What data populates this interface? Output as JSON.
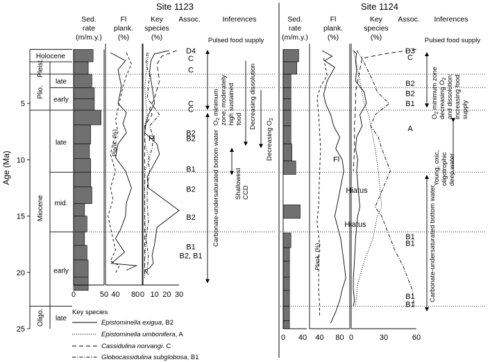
{
  "sites": [
    {
      "title": "Site 1123"
    },
    {
      "title": "Site 1124"
    }
  ],
  "y_axis": {
    "label": "Age (Ma)",
    "ticks": [
      5,
      10,
      15,
      20,
      25
    ],
    "range": [
      0,
      25
    ]
  },
  "epochs": [
    "Holocene",
    "Pleist.",
    "Plio.",
    "Miocene",
    "Oligo."
  ],
  "sub_epochs": [
    "late",
    "early",
    "late",
    "mid.",
    "early",
    "late"
  ],
  "headers_1123": {
    "sed": [
      "Sed.",
      "rate",
      "(m/m.y.)"
    ],
    "fl": [
      "Fl",
      "plank.",
      "(%)"
    ],
    "key": [
      "Key",
      "species",
      "(%)"
    ],
    "assoc": "Assoc.",
    "inf": "Inferences"
  },
  "headers_1124": {
    "sed": [
      "Sed.",
      "rate",
      "(m/m.y.)"
    ],
    "fl": [
      "Fl",
      "plank.",
      "(%)"
    ],
    "key": [
      "Key",
      "species",
      "(%)"
    ],
    "assoc": "Assoc.",
    "inf": "Inferences"
  },
  "ticks_1123": {
    "sed": [
      "0",
      "50"
    ],
    "fl": [
      "40",
      "80"
    ],
    "key": [
      "0",
      "10",
      "20",
      "30"
    ]
  },
  "ticks_1124": {
    "sed": [
      "0",
      "40"
    ],
    "fl": [
      "40",
      "80"
    ],
    "key": [
      "0",
      "30",
      "60"
    ]
  },
  "assoc_1123": [
    "D4",
    "C",
    "C",
    "C",
    "C",
    "B2",
    "B2",
    "B1",
    "B2",
    "B2",
    "B1",
    "B2, B1"
  ],
  "assoc_1124": [
    "D3",
    "C",
    "B2",
    "B2",
    "B1",
    "A",
    "B1",
    "B1",
    "B1",
    "B1"
  ],
  "inferences_1123": {
    "pulsed": "Pulsed food supply",
    "o2_zone": [
      "O",
      " minimum",
      "zone; moderately",
      "high sustained",
      "food"
    ],
    "dissolution": "Decreasing dissolution",
    "decreasing_o2": "Decreasing O",
    "carbonate": "Carbonate-undersaturated bottom water",
    "ccd": [
      "Shallowest",
      "CCD"
    ]
  },
  "inferences_1124": {
    "pulsed": "Pulsed food supply",
    "o2_zone": [
      "O",
      " minimum zone",
      "decreasing O",
      "and dissolution;",
      "increasing food",
      "supply"
    ],
    "young": [
      "Young, oxic,",
      "oligotrophic",
      "deep water"
    ],
    "carbonate": "Carbonate-undersaturated bottom water"
  },
  "subscript_2": "2",
  "curve_labels": {
    "fl": "Fl",
    "plank": "Plank. (%)"
  },
  "hiatus": [
    "Hiatus",
    "Hiatus"
  ],
  "legend": {
    "title": "Key species",
    "items": [
      {
        "name": "Epistominella exigua",
        "code": ", B2",
        "dash": ""
      },
      {
        "name": "Epistominella umbonifera",
        "code": ", A",
        "dash": "1.2,1.8"
      },
      {
        "name": "Cassidulina norvangi",
        "code": ". C",
        "dash": "6,4"
      },
      {
        "name": "Globocassidulina subglobosa",
        "code": ", B1",
        "dash": "5,2,1.2,2"
      }
    ]
  },
  "chart_data": {
    "type": "line",
    "y_axis": "Age (Ma)",
    "ylim": [
      0,
      25
    ],
    "sed_rate_1123": {
      "bins": [
        [
          0.2,
          1.3
        ],
        [
          1.3,
          2.4
        ],
        [
          2.4,
          3.6
        ],
        [
          3.6,
          4.6
        ],
        [
          4.6,
          5.6
        ],
        [
          5.6,
          6.9
        ],
        [
          6.9,
          8.6
        ],
        [
          8.6,
          9.9
        ],
        [
          9.9,
          11.1
        ],
        [
          11.1,
          12.4
        ],
        [
          12.4,
          13.9
        ],
        [
          13.9,
          15.0
        ],
        [
          15.0,
          16.4
        ],
        [
          16.4,
          17.6
        ],
        [
          17.6,
          18.9
        ],
        [
          18.9,
          20.4
        ],
        [
          20.4,
          21.6
        ]
      ],
      "values": [
        32,
        24,
        30,
        34,
        34,
        45,
        28,
        26,
        28,
        28,
        30,
        18,
        22,
        18,
        22,
        24,
        24
      ]
    },
    "sed_rate_1124": {
      "bins": [
        [
          0.2,
          1.3
        ],
        [
          1.3,
          2.4
        ],
        [
          2.4,
          3.6
        ],
        [
          3.6,
          4.6
        ],
        [
          4.6,
          5.6
        ],
        [
          5.6,
          7.0
        ],
        [
          7.0,
          8.6
        ],
        [
          8.6,
          10.1
        ],
        [
          10.1,
          11.3
        ],
        [
          14.0,
          15.2
        ],
        [
          16.5,
          17.8
        ],
        [
          17.8,
          19.0
        ],
        [
          19.0,
          20.4
        ],
        [
          20.4,
          21.6
        ],
        [
          21.6,
          23.0
        ],
        [
          23.0,
          24.3
        ],
        [
          24.3,
          25
        ]
      ],
      "values": [
        32,
        28,
        16,
        16,
        16,
        16,
        16,
        18,
        26,
        35,
        16,
        13,
        13,
        13,
        13,
        13,
        13
      ]
    },
    "fl_plank_1123": [
      {
        "name": "Fl",
        "x": [
          30,
          60,
          45,
          52,
          45,
          62,
          55,
          62,
          45,
          40,
          60,
          72,
          62,
          60,
          50,
          40,
          58,
          32,
          82,
          62
        ],
        "y": [
          0.5,
          1.2,
          2.0,
          3.5,
          5.0,
          5.8,
          6.8,
          7.6,
          8.6,
          9.8,
          11.0,
          12.5,
          13.8,
          15.0,
          16.2,
          17.0,
          18.2,
          19.2,
          19.4,
          19.8
        ]
      },
      {
        "name": "Plank. (%)",
        "x": [
          62,
          72,
          62,
          55,
          50,
          45,
          40,
          45,
          35,
          30,
          40,
          30,
          35,
          25,
          30,
          35,
          40,
          30,
          48,
          38
        ],
        "y": [
          0.5,
          1.5,
          2.5,
          3.5,
          4.5,
          5.5,
          6.5,
          7.5,
          8.5,
          9.5,
          11.0,
          12.5,
          13.5,
          15.0,
          16.0,
          17.0,
          18.0,
          19.0,
          19.4,
          20.2
        ]
      }
    ],
    "fl_plank_1124": [
      {
        "name": "Fl",
        "x": [
          45,
          65,
          50,
          70,
          55,
          48,
          52,
          62,
          68,
          80,
          72,
          85,
          88,
          74,
          70,
          82,
          88,
          92,
          85,
          80,
          72,
          62
        ],
        "y": [
          0.3,
          0.8,
          1.2,
          1.8,
          3.0,
          4.2,
          5.0,
          6.0,
          7.0,
          8.0,
          9.0,
          10.0,
          11.0,
          14.2,
          15.0,
          17.0,
          19.0,
          20.5,
          21.5,
          22.5,
          23.5,
          24.5
        ]
      },
      {
        "name": "Plank. (%)",
        "x": [
          48,
          55,
          42,
          35,
          38,
          40,
          42,
          40,
          38,
          35,
          40,
          38,
          38,
          40,
          40
        ],
        "y": [
          1.0,
          2.5,
          3.5,
          4.5,
          6.0,
          7.5,
          9.0,
          11.0,
          14.0,
          15.5,
          17.5,
          19.5,
          21.5,
          23.0,
          24.0
        ]
      }
    ],
    "key_species_1123": [
      {
        "name": "Epistominella exigua",
        "x": [
          22,
          10,
          7,
          6,
          8,
          10,
          5,
          3,
          2,
          12,
          14,
          4,
          5,
          30,
          12,
          10,
          8,
          9,
          6,
          2,
          5
        ],
        "y": [
          0.3,
          0.6,
          1.2,
          2.2,
          3.5,
          5.0,
          6.0,
          6.8,
          7.6,
          8.6,
          9.5,
          11.5,
          12.5,
          14.5,
          16.0,
          17.5,
          18.5,
          19.2,
          19.6,
          19.8,
          20.2
        ]
      },
      {
        "name": "Epistominella umbonifera",
        "x": [
          5,
          4,
          3,
          2,
          3,
          4,
          2,
          2,
          3,
          6,
          2,
          2,
          2,
          3,
          2,
          2
        ],
        "y": [
          0.5,
          1.5,
          2.5,
          3.5,
          5.0,
          6.0,
          7.0,
          8.0,
          9.0,
          10.0,
          11.0,
          13.0,
          15.0,
          17.0,
          19.0,
          20.5
        ]
      },
      {
        "name": "Cassidulina norvangi",
        "x": [
          28,
          16,
          12,
          14,
          10,
          6,
          8,
          2,
          2,
          2,
          2
        ],
        "y": [
          0.3,
          0.8,
          1.5,
          3.0,
          4.5,
          5.5,
          6.0,
          7.0,
          9.0,
          15.0,
          20.5
        ]
      },
      {
        "name": "Globocassidulina subglobosa",
        "x": [
          4,
          3,
          6,
          5,
          4,
          14,
          6,
          9,
          8,
          5,
          6,
          4,
          4,
          5,
          3,
          5,
          4
        ],
        "y": [
          0.5,
          1.5,
          2.5,
          3.5,
          4.5,
          6.0,
          7.0,
          8.0,
          9.0,
          10.0,
          11.0,
          12.5,
          14.0,
          15.5,
          17.0,
          18.5,
          20.0
        ]
      }
    ],
    "key_species_1124": [
      {
        "name": "Epistominella exigua",
        "x": [
          2,
          5,
          4,
          5,
          4,
          12,
          14,
          8,
          10,
          5,
          4,
          6,
          5,
          8,
          6,
          4,
          3,
          2,
          2,
          3,
          2
        ],
        "y": [
          0.3,
          0.6,
          1.2,
          2.0,
          3.0,
          4.0,
          5.0,
          6.0,
          7.0,
          8.0,
          9.0,
          10.0,
          11.0,
          14.2,
          15.0,
          17.0,
          19.0,
          20.5,
          21.5,
          22.5,
          23.0
        ]
      },
      {
        "name": "Epistominella umbonifera",
        "x": [
          2,
          4,
          6,
          8,
          10,
          12,
          16,
          18,
          22,
          25,
          28,
          24,
          20,
          12,
          6,
          4
        ],
        "y": [
          0.3,
          1.0,
          2.0,
          3.0,
          4.0,
          5.0,
          6.0,
          7.0,
          9.0,
          11.0,
          14.2,
          15.0,
          17.0,
          19.0,
          21.0,
          23.0
        ]
      },
      {
        "name": "Cassidulina norvangi",
        "x": [
          60,
          30,
          10,
          8,
          6,
          4,
          4,
          3,
          3,
          2
        ],
        "y": [
          0.2,
          0.6,
          1.0,
          2.0,
          3.0,
          4.0,
          5.0,
          7.0,
          9.0,
          11.0
        ]
      },
      {
        "name": "Globocassidulina subglobosa",
        "x": [
          5,
          10,
          15,
          20,
          24,
          35,
          22,
          18,
          25,
          28,
          32,
          36,
          22,
          28,
          34,
          40,
          48,
          56,
          58
        ],
        "y": [
          0.3,
          1.0,
          2.0,
          3.0,
          4.0,
          5.0,
          6.0,
          7.0,
          8.0,
          9.0,
          10.0,
          11.0,
          14.2,
          15.0,
          16.5,
          18.0,
          19.5,
          21.5,
          23.0
        ]
      }
    ]
  }
}
